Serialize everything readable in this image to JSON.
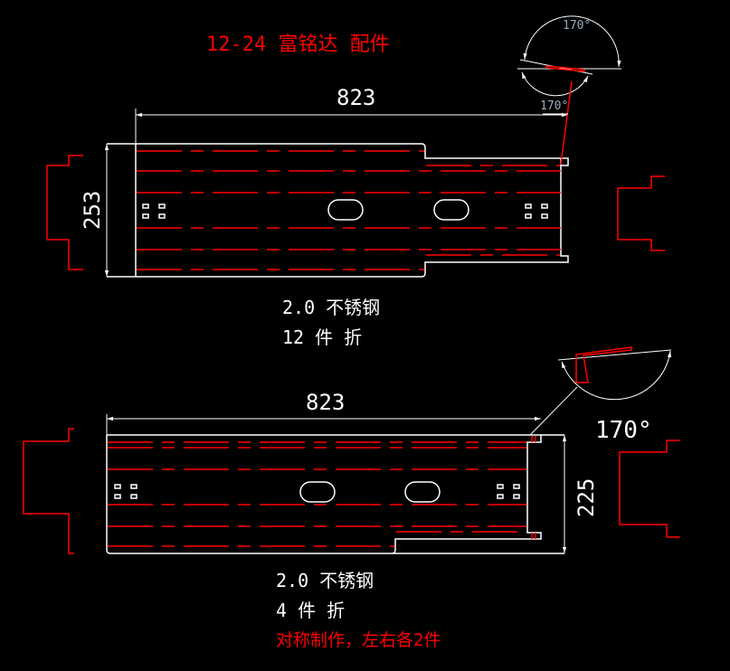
{
  "title": "12-24 富铭达 配件",
  "top_part": {
    "length_dim": "823",
    "height_dim": "253",
    "angle_upper": "170°",
    "angle_lower": "170°",
    "material": "2.0 不锈钢",
    "quantity": "12 件 折"
  },
  "bottom_part": {
    "length_dim": "823",
    "height_dim": "225",
    "angle": "170°",
    "material": "2.0 不锈钢",
    "quantity": "4 件 折",
    "note": "对称制作，左右各2件"
  },
  "colors": {
    "background": "#000000",
    "outline": "#ffffff",
    "bend_lines": "#ff0000"
  }
}
